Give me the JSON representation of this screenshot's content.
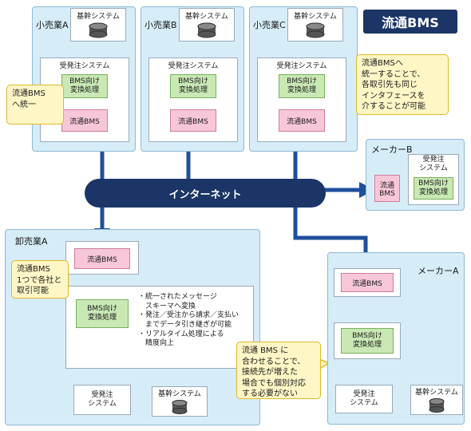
{
  "badge": "流通BMS",
  "kk": "基幹システム",
  "juhatchu": "受発注システム",
  "bms_conv": "BMS向け\n変換処理",
  "bms": "流通BMS",
  "internet": "インターネット",
  "retailers": [
    {
      "name": "小売業A"
    },
    {
      "name": "小売業B"
    },
    {
      "name": "小売業C"
    }
  ],
  "maker_b": {
    "name": "メーカーB",
    "juhatchu": "受発注\nシステム",
    "bms": "流通\nBMS"
  },
  "wholesaler": {
    "name": "卸売業A",
    "juhatchu": "受発注\nシステム",
    "bullets": [
      "・統一されたメッセージ\n　スキーマへ変換",
      "・発注／受注から請求／支払い\n　までデータ引き継ぎが可能",
      "・リアルタイム処理による\n　精度向上"
    ]
  },
  "maker_a": {
    "name": "メーカーA",
    "juhatchu": "受発注\nシステム"
  },
  "callouts": {
    "left": "流通BMS\nへ統一",
    "right": "流通BMSへ\n統一することで、\n各取引先も同じ\nインタフェースを\n介することが可能",
    "whole": "流通BMS\n1つで各社と\n取引可能",
    "bottom": "流通 BMS に\n合わせることで、\n接続先が増えた\n場合でも個別対応\nする必要がない"
  }
}
